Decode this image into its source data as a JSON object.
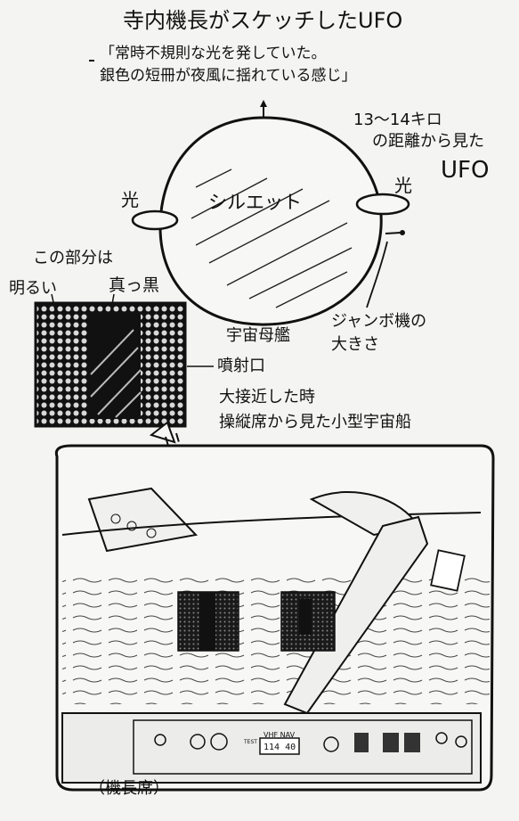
{
  "title": "寺内機長がスケッチしたUFO",
  "quote": {
    "line1": "「常時不規則な光を発していた。",
    "line2": "銀色の短冊が夜風に揺れている感じ」"
  },
  "distance": {
    "line1": "13〜14キロ",
    "line2": "の距離から見た",
    "line3": "UFO"
  },
  "labels": {
    "light_left": "光",
    "light_right": "光",
    "silhouette": "シルエット",
    "this_part": "この部分は",
    "bright": "明るい",
    "pitch_black": "真っ黒",
    "jumbo_size_1": "ジャンボ機の",
    "jumbo_size_2": "大きさ",
    "mothership": "宇宙母艦",
    "nozzle": "噴射口",
    "approach_1": "大接近した時",
    "approach_2": "操縦席から見た小型宇宙船",
    "captain_seat": "（機長席）"
  },
  "cockpit": {
    "vhf_label": "VHF NAV",
    "frequency": "114 40",
    "test_label": "TEST"
  }
}
